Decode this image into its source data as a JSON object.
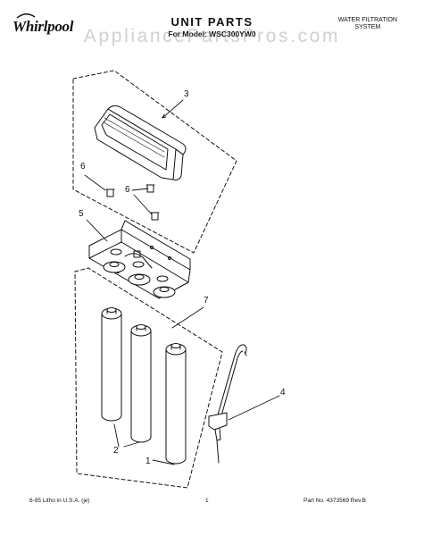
{
  "header": {
    "logo_text": "Whirlpool",
    "title": "UNIT PARTS",
    "model_line": "For Model: WSC300YW0",
    "system_line1": "WATER FILTRATION",
    "system_line2": "SYSTEM"
  },
  "watermark": "AppliancePartsPros.com",
  "callouts": [
    "3",
    "6",
    "6",
    "5",
    "7",
    "4",
    "2",
    "1"
  ],
  "footer": {
    "left": "6-95  Litho in U.S.A. (je)",
    "center": "1",
    "right": "Part No. 4373569 Rev.B"
  },
  "colors": {
    "ink": "#111111",
    "watermark": "#969696"
  }
}
